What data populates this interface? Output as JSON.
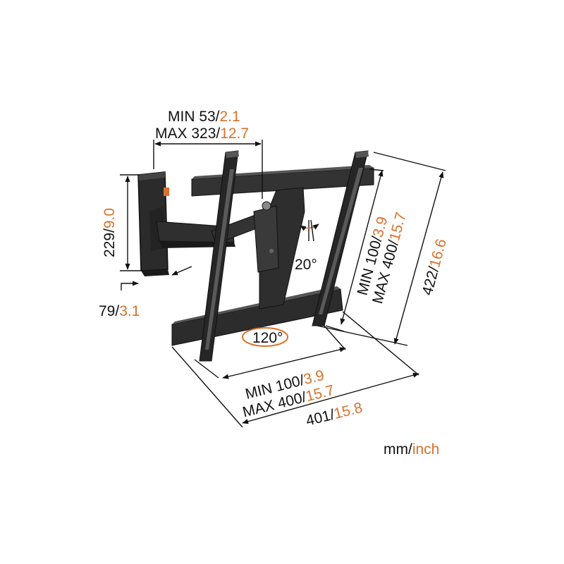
{
  "colors": {
    "text": "#111111",
    "accent": "#d9712b",
    "metal": "#2a2a2a",
    "metal_light": "#4a4a4a",
    "dim_line": "#111111",
    "background": "#ffffff"
  },
  "labels": {
    "arm_extension": {
      "min_prefix": "MIN 53/",
      "min_inch": "2.1",
      "max_prefix": "MAX 323/",
      "max_inch": "12.7"
    },
    "wall_plate_height": {
      "mm": "229/",
      "inch": "9.0"
    },
    "wall_plate_depth": {
      "mm": "79/",
      "inch": "3.1"
    },
    "tilt": {
      "value": "20°"
    },
    "swivel": {
      "value": "120°"
    },
    "vesa_horizontal": {
      "min_prefix": "MIN 100/",
      "min_inch": "3.9",
      "max_prefix": "MAX 400/",
      "max_inch": "15.7"
    },
    "vesa_vertical": {
      "min_prefix": "MIN 100/",
      "min_inch": "3.9",
      "max_prefix": "MAX 400/",
      "max_inch": "15.7"
    },
    "overall_width": {
      "mm": "401/",
      "inch": "15.8"
    },
    "overall_height": {
      "mm": "422/",
      "inch": "16.6"
    },
    "units": {
      "mm": "mm/",
      "inch": "inch"
    }
  }
}
